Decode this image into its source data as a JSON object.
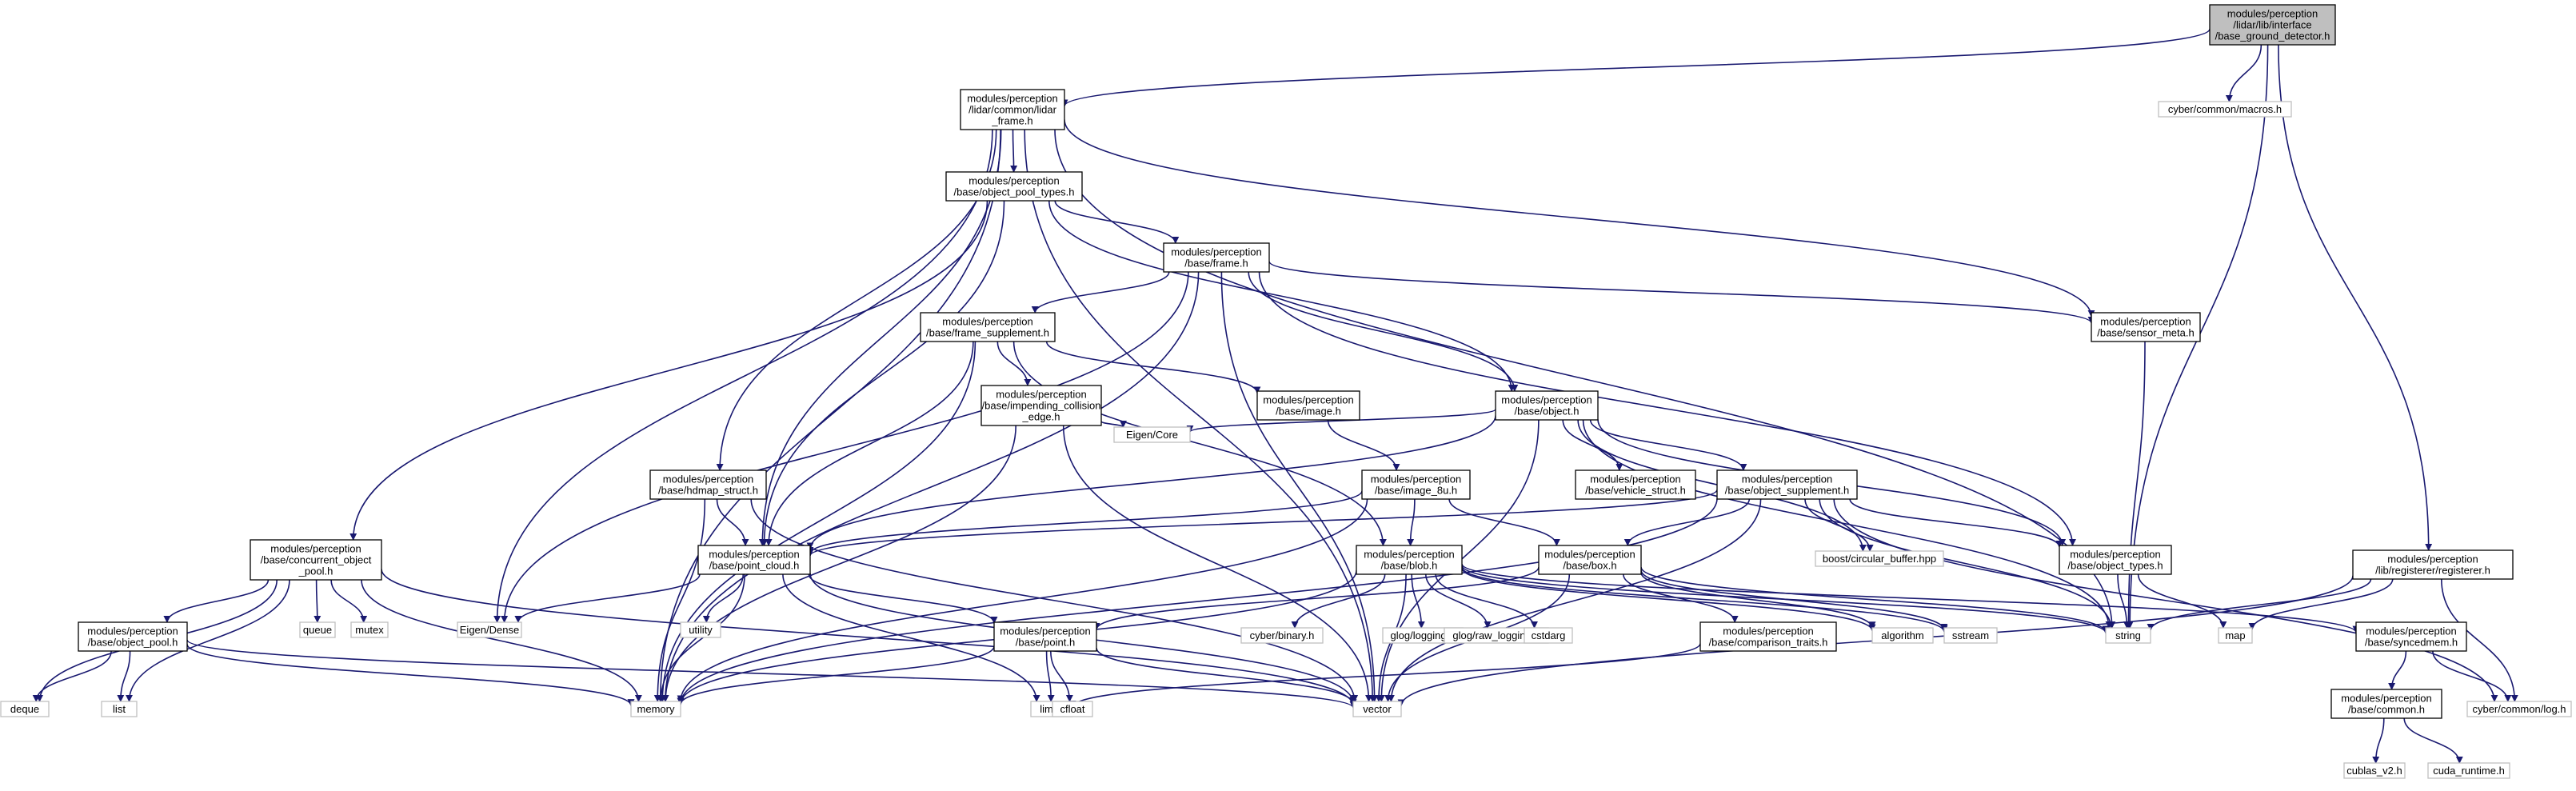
{
  "colors": {
    "edge": "#191970",
    "node_border": "#000000",
    "node_fill": "#ffffff",
    "external_border": "#bfbfbf",
    "root_fill": "#bfbfbf"
  },
  "nodes": {
    "root": {
      "label": [
        "modules/perception",
        "/lidar/lib/interface",
        "/base_ground_detector.h"
      ],
      "kind": "root"
    },
    "lidar_frame": {
      "label": [
        "modules/perception",
        "/lidar/common/lidar",
        "_frame.h"
      ],
      "kind": "internal"
    },
    "macros": {
      "label": [
        "cyber/common/macros.h"
      ],
      "kind": "external"
    },
    "object_pool_types": {
      "label": [
        "modules/perception",
        "/base/object_pool_types.h"
      ],
      "kind": "internal"
    },
    "frame": {
      "label": [
        "modules/perception",
        "/base/frame.h"
      ],
      "kind": "internal"
    },
    "frame_supplement": {
      "label": [
        "modules/perception",
        "/base/frame_supplement.h"
      ],
      "kind": "internal"
    },
    "sensor_meta": {
      "label": [
        "modules/perception",
        "/base/sensor_meta.h"
      ],
      "kind": "internal"
    },
    "impending_collision_edge": {
      "label": [
        "modules/perception",
        "/base/impending_collision",
        "_edge.h"
      ],
      "kind": "internal"
    },
    "image": {
      "label": [
        "modules/perception",
        "/base/image.h"
      ],
      "kind": "internal"
    },
    "object": {
      "label": [
        "modules/perception",
        "/base/object.h"
      ],
      "kind": "internal"
    },
    "eigen_core": {
      "label": [
        "Eigen/Core"
      ],
      "kind": "external"
    },
    "hdmap_struct": {
      "label": [
        "modules/perception",
        "/base/hdmap_struct.h"
      ],
      "kind": "internal"
    },
    "image_8u": {
      "label": [
        "modules/perception",
        "/base/image_8u.h"
      ],
      "kind": "internal"
    },
    "vehicle_struct": {
      "label": [
        "modules/perception",
        "/base/vehicle_struct.h"
      ],
      "kind": "internal"
    },
    "object_supplement": {
      "label": [
        "modules/perception",
        "/base/object_supplement.h"
      ],
      "kind": "internal"
    },
    "circular_buffer": {
      "label": [
        "boost/circular_buffer.hpp"
      ],
      "kind": "external"
    },
    "registerer": {
      "label": [
        "modules/perception",
        "/lib/registerer/registerer.h"
      ],
      "kind": "internal"
    },
    "concurrent_object_pool": {
      "label": [
        "modules/perception",
        "/base/concurrent_object",
        "_pool.h"
      ],
      "kind": "internal"
    },
    "point_cloud": {
      "label": [
        "modules/perception",
        "/base/point_cloud.h"
      ],
      "kind": "internal"
    },
    "blob": {
      "label": [
        "modules/perception",
        "/base/blob.h"
      ],
      "kind": "internal"
    },
    "box": {
      "label": [
        "modules/perception",
        "/base/box.h"
      ],
      "kind": "internal"
    },
    "object_types": {
      "label": [
        "modules/perception",
        "/base/object_types.h"
      ],
      "kind": "internal"
    },
    "queue": {
      "label": [
        "queue"
      ],
      "kind": "external"
    },
    "mutex": {
      "label": [
        "mutex"
      ],
      "kind": "external"
    },
    "eigen_dense": {
      "label": [
        "Eigen/Dense"
      ],
      "kind": "external"
    },
    "utility": {
      "label": [
        "utility"
      ],
      "kind": "external"
    },
    "object_pool": {
      "label": [
        "modules/perception",
        "/base/object_pool.h"
      ],
      "kind": "internal"
    },
    "point": {
      "label": [
        "modules/perception",
        "/base/point.h"
      ],
      "kind": "internal"
    },
    "cyber_binary": {
      "label": [
        "cyber/binary.h"
      ],
      "kind": "external"
    },
    "glog_logging": {
      "label": [
        "glog/logging.h"
      ],
      "kind": "external"
    },
    "glog_raw_logging": {
      "label": [
        "glog/raw_logging.h"
      ],
      "kind": "external"
    },
    "cstdarg": {
      "label": [
        "cstdarg"
      ],
      "kind": "external"
    },
    "comparison_traits": {
      "label": [
        "modules/perception",
        "/base/comparison_traits.h"
      ],
      "kind": "internal"
    },
    "algorithm": {
      "label": [
        "algorithm"
      ],
      "kind": "external"
    },
    "sstream": {
      "label": [
        "sstream"
      ],
      "kind": "external"
    },
    "string": {
      "label": [
        "string"
      ],
      "kind": "external"
    },
    "map": {
      "label": [
        "map"
      ],
      "kind": "external"
    },
    "syncedmem": {
      "label": [
        "modules/perception",
        "/base/syncedmem.h"
      ],
      "kind": "internal"
    },
    "deque": {
      "label": [
        "deque"
      ],
      "kind": "external"
    },
    "list": {
      "label": [
        "list"
      ],
      "kind": "external"
    },
    "memory": {
      "label": [
        "memory"
      ],
      "kind": "external"
    },
    "limits": {
      "label": [
        "limits"
      ],
      "kind": "external"
    },
    "cfloat": {
      "label": [
        "cfloat"
      ],
      "kind": "external"
    },
    "vector": {
      "label": [
        "vector"
      ],
      "kind": "external"
    },
    "cyber_log": {
      "label": [
        "cyber/common/log.h"
      ],
      "kind": "external"
    },
    "common": {
      "label": [
        "modules/perception",
        "/base/common.h"
      ],
      "kind": "internal"
    },
    "cublas": {
      "label": [
        "cublas_v2.h"
      ],
      "kind": "external"
    },
    "cuda_runtime": {
      "label": [
        "cuda_runtime.h"
      ],
      "kind": "external"
    }
  },
  "edges": [
    [
      "root",
      "lidar_frame"
    ],
    [
      "root",
      "macros"
    ],
    [
      "root",
      "string"
    ],
    [
      "root",
      "registerer"
    ],
    [
      "lidar_frame",
      "object_pool_types"
    ],
    [
      "lidar_frame",
      "memory"
    ],
    [
      "lidar_frame",
      "eigen_dense"
    ],
    [
      "lidar_frame",
      "hdmap_struct"
    ],
    [
      "lidar_frame",
      "point_cloud"
    ],
    [
      "lidar_frame",
      "sensor_meta"
    ],
    [
      "lidar_frame",
      "string"
    ],
    [
      "lidar_frame",
      "vector"
    ],
    [
      "object_pool_types",
      "frame"
    ],
    [
      "object_pool_types",
      "object"
    ],
    [
      "object_pool_types",
      "concurrent_object_pool"
    ],
    [
      "object_pool_types",
      "point_cloud"
    ],
    [
      "frame",
      "frame_supplement"
    ],
    [
      "frame",
      "sensor_meta"
    ],
    [
      "frame",
      "object"
    ],
    [
      "frame",
      "object_types"
    ],
    [
      "frame",
      "memory"
    ],
    [
      "frame",
      "vector"
    ],
    [
      "frame",
      "eigen_dense"
    ],
    [
      "frame_supplement",
      "impending_collision_edge"
    ],
    [
      "frame_supplement",
      "image"
    ],
    [
      "frame_supplement",
      "point_cloud"
    ],
    [
      "frame_supplement",
      "blob"
    ],
    [
      "frame_supplement",
      "memory"
    ],
    [
      "sensor_meta",
      "string"
    ],
    [
      "impending_collision_edge",
      "eigen_core"
    ],
    [
      "impending_collision_edge",
      "memory"
    ],
    [
      "impending_collision_edge",
      "vector"
    ],
    [
      "image",
      "image_8u"
    ],
    [
      "object",
      "eigen_core"
    ],
    [
      "object",
      "vehicle_struct"
    ],
    [
      "object",
      "object_supplement"
    ],
    [
      "object",
      "circular_buffer"
    ],
    [
      "object",
      "object_types"
    ],
    [
      "object",
      "point_cloud"
    ],
    [
      "object",
      "string"
    ],
    [
      "object",
      "vector"
    ],
    [
      "hdmap_struct",
      "point_cloud"
    ],
    [
      "hdmap_struct",
      "memory"
    ],
    [
      "hdmap_struct",
      "vector"
    ],
    [
      "image_8u",
      "blob"
    ],
    [
      "image_8u",
      "box"
    ],
    [
      "image_8u",
      "memory"
    ],
    [
      "image_8u",
      "point_cloud"
    ],
    [
      "object_supplement",
      "box"
    ],
    [
      "object_supplement",
      "circular_buffer"
    ],
    [
      "object_supplement",
      "object_types"
    ],
    [
      "object_supplement",
      "point_cloud"
    ],
    [
      "object_supplement",
      "memory"
    ],
    [
      "object_supplement",
      "vector"
    ],
    [
      "object_supplement",
      "string"
    ],
    [
      "object_supplement",
      "cyber_log"
    ],
    [
      "registerer",
      "string"
    ],
    [
      "registerer",
      "map"
    ],
    [
      "registerer",
      "vector"
    ],
    [
      "registerer",
      "cyber_log"
    ],
    [
      "concurrent_object_pool",
      "object_pool"
    ],
    [
      "concurrent_object_pool",
      "queue"
    ],
    [
      "concurrent_object_pool",
      "mutex"
    ],
    [
      "concurrent_object_pool",
      "deque"
    ],
    [
      "concurrent_object_pool",
      "list"
    ],
    [
      "concurrent_object_pool",
      "memory"
    ],
    [
      "concurrent_object_pool",
      "vector"
    ],
    [
      "point_cloud",
      "point"
    ],
    [
      "point_cloud",
      "eigen_dense"
    ],
    [
      "point_cloud",
      "utility"
    ],
    [
      "point_cloud",
      "memory"
    ],
    [
      "point_cloud",
      "limits"
    ],
    [
      "point_cloud",
      "vector"
    ],
    [
      "blob",
      "cyber_binary"
    ],
    [
      "blob",
      "glog_logging"
    ],
    [
      "blob",
      "glog_raw_logging"
    ],
    [
      "blob",
      "cstdarg"
    ],
    [
      "blob",
      "syncedmem"
    ],
    [
      "blob",
      "memory"
    ],
    [
      "blob",
      "vector"
    ],
    [
      "blob",
      "string"
    ],
    [
      "blob",
      "sstream"
    ],
    [
      "blob",
      "algorithm"
    ],
    [
      "box",
      "comparison_traits"
    ],
    [
      "box",
      "point"
    ],
    [
      "box",
      "algorithm"
    ],
    [
      "box",
      "sstream"
    ],
    [
      "box",
      "string"
    ],
    [
      "box",
      "vector"
    ],
    [
      "object_types",
      "string"
    ],
    [
      "object_types",
      "map"
    ],
    [
      "object_pool",
      "deque"
    ],
    [
      "object_pool",
      "list"
    ],
    [
      "object_pool",
      "memory"
    ],
    [
      "object_pool",
      "vector"
    ],
    [
      "point",
      "limits"
    ],
    [
      "point",
      "cfloat"
    ],
    [
      "point",
      "memory"
    ],
    [
      "point",
      "vector"
    ],
    [
      "comparison_traits",
      "limits"
    ],
    [
      "syncedmem",
      "common"
    ],
    [
      "syncedmem",
      "cyber_log"
    ],
    [
      "common",
      "cublas"
    ],
    [
      "common",
      "cuda_runtime"
    ]
  ]
}
